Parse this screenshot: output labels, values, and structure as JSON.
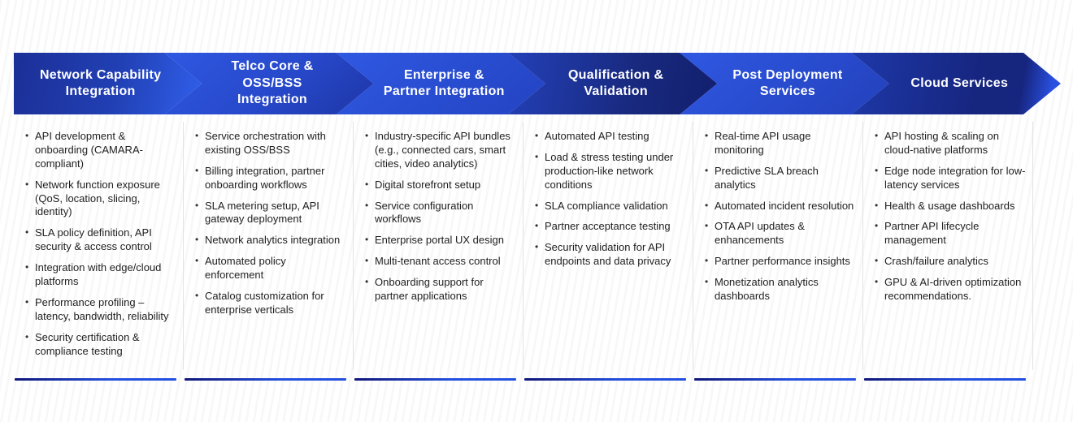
{
  "slide": {
    "type": "process-flow-diagram",
    "accent_colors": {
      "chevron_bright": "#2f58e2",
      "chevron_dark": "#16257e",
      "underline_dark": "#10177a",
      "underline_bright": "#2450e0",
      "stage_title_text": "#ffffff",
      "body_text": "#1f1f1f"
    },
    "stages": [
      {
        "title": "Network Capability\nIntegration",
        "items": [
          "API development & onboarding (CAMARA-compliant)",
          "Network function exposure (QoS, location, slicing, identity)",
          "SLA policy definition, API security & access control",
          "Integration with edge/cloud platforms",
          "Performance profiling – latency, bandwidth, reliability",
          "Security certification & compliance testing"
        ]
      },
      {
        "title": "Telco Core &\nOSS/BSS\nIntegration",
        "items": [
          "Service orchestration with existing OSS/BSS",
          "Billing integration, partner onboarding workflows",
          "SLA metering setup, API gateway deployment",
          "Network analytics integration",
          "Automated policy enforcement",
          "Catalog customization for enterprise verticals"
        ]
      },
      {
        "title": "Enterprise &\nPartner Integration",
        "items": [
          "Industry-specific API bundles (e.g., connected cars, smart cities, video analytics)",
          "Digital storefront setup",
          "Service configuration workflows",
          "Enterprise portal UX design",
          "Multi-tenant access control",
          "Onboarding support for partner applications"
        ]
      },
      {
        "title": "Qualification &\nValidation",
        "items": [
          "Automated API testing",
          "Load & stress testing under production-like network conditions",
          "SLA compliance validation",
          "Partner acceptance testing",
          "Security validation for API endpoints and data privacy"
        ]
      },
      {
        "title": "Post Deployment\nServices",
        "items": [
          "Real-time API usage monitoring",
          "Predictive SLA breach analytics",
          "Automated incident resolution",
          "OTA API updates & enhancements",
          "Partner performance insights",
          "Monetization analytics dashboards"
        ]
      },
      {
        "title": "Cloud Services",
        "items": [
          "API hosting & scaling on cloud-native platforms",
          "Edge node integration for low-latency services",
          "Health & usage dashboards",
          "Partner API lifecycle management",
          "Crash/failure analytics",
          "GPU & AI-driven optimization recommendations."
        ]
      }
    ]
  }
}
